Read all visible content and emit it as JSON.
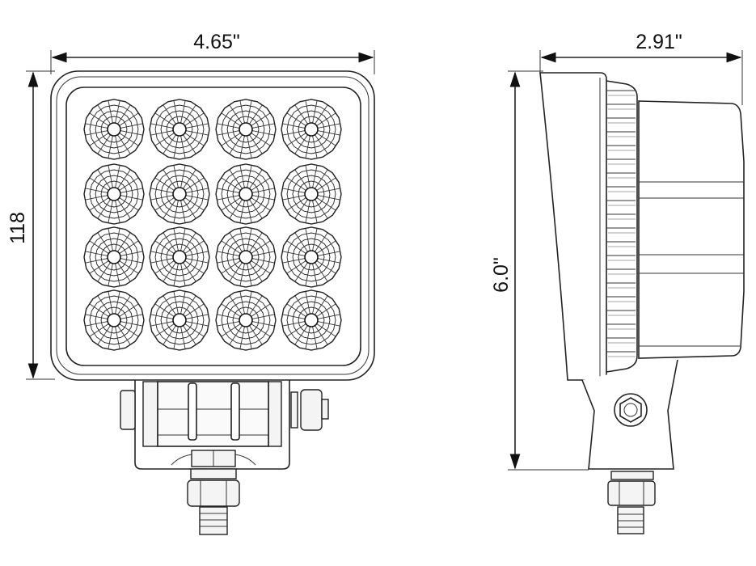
{
  "drawing": {
    "front_view": {
      "width_label": "4.65\"",
      "height_label": "118",
      "led_rows": 4,
      "led_columns": 4
    },
    "side_view": {
      "depth_label": "2.91\"",
      "height_label": "6.0\""
    },
    "line_color": "#222222",
    "background_color": "#ffffff"
  }
}
